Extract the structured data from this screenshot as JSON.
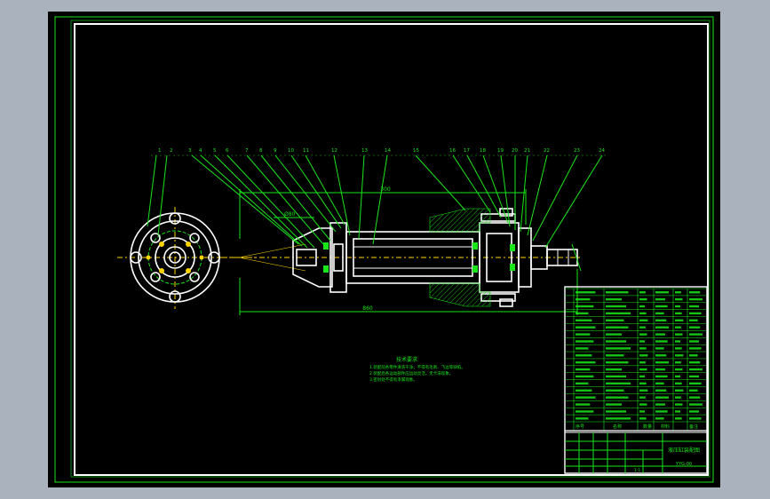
{
  "drawing": {
    "balloons": [
      "1",
      "2",
      "3",
      "4",
      "5",
      "6",
      "7",
      "8",
      "9",
      "10",
      "11",
      "12",
      "13",
      "14",
      "15",
      "16",
      "17",
      "18",
      "19",
      "20",
      "21",
      "22",
      "23",
      "24"
    ],
    "dim_top": "300",
    "dim_bottom": "860",
    "dim_left": "Ø80",
    "notes_title": "技术要求",
    "notes_lines": [
      "1.装配前各零件清洗干净，不得有毛刺、飞边等缺陷。",
      "2.装配后各运动部件应运动灵活，无卡滞现象。",
      "3.密封处不得有渗漏现象。"
    ]
  },
  "bom": {
    "rows": 19,
    "header_no": "序号",
    "header_name": "名称",
    "header_qty": "数量",
    "header_material": "材料",
    "header_remark": "备注"
  },
  "title_block": {
    "name": "液压缸装配图",
    "scale": "1:1",
    "code": "YYG-00"
  },
  "colors": {
    "frame": "#ffffff",
    "lines": "#19e619",
    "centerline": "#ffd400",
    "background": "#000000"
  }
}
